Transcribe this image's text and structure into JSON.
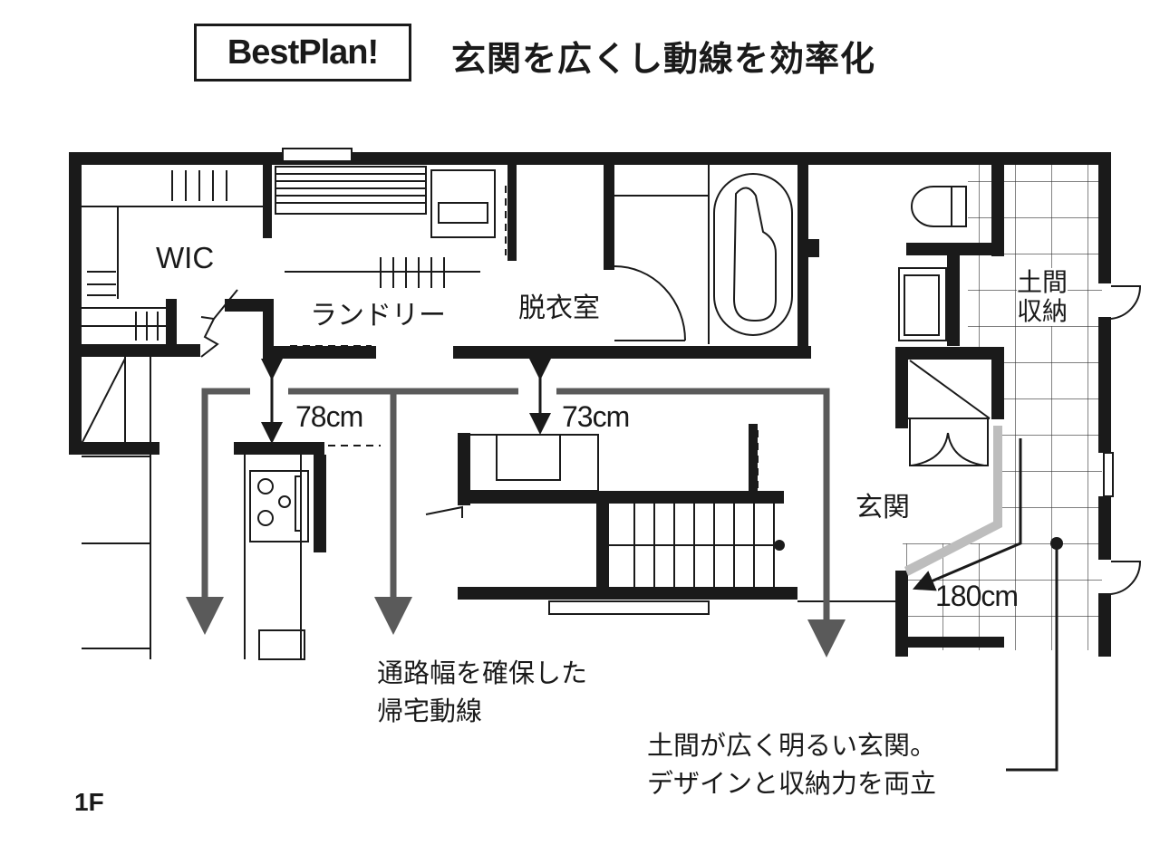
{
  "header": {
    "badge": "BestPlan!",
    "title": "玄関を広くし動線を効率化"
  },
  "rooms": {
    "wic": "WIC",
    "laundry": "ランドリー",
    "dressing": "脱衣室",
    "doma_storage_line1": "土間",
    "doma_storage_line2": "収納",
    "entrance": "玄関"
  },
  "dimensions": {
    "corridor_1": "78cm",
    "corridor_2": "73cm",
    "entrance_width": "180cm"
  },
  "annotations": {
    "route_line1": "通路幅を確保した",
    "route_line2": "帰宅動線",
    "entrance_line1": "土間が広く明るい玄関。",
    "entrance_line2": "デザインと収納力を両立"
  },
  "floor_label": "1F",
  "colors": {
    "wall": "#1a1a1a",
    "route_arrow": "#5a5a5a",
    "partition": "#bdbdbd",
    "background": "#ffffff"
  }
}
